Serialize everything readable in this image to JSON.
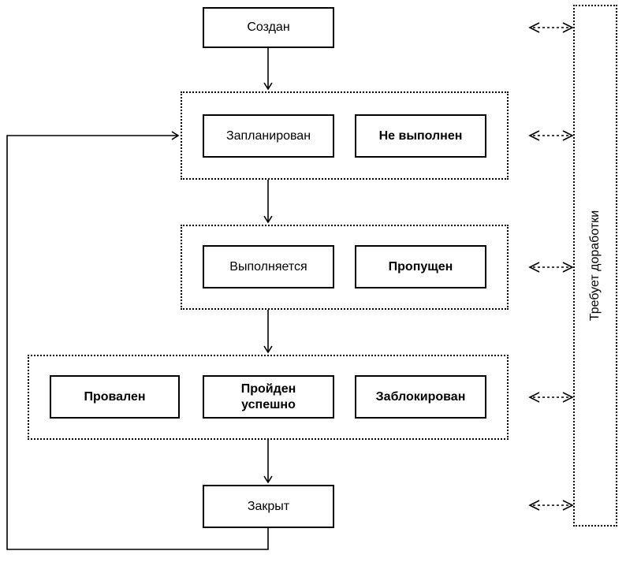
{
  "states": {
    "created": {
      "label": "Создан",
      "emphasis": "normal"
    },
    "planned": {
      "label": "Запланирован",
      "emphasis": "normal"
    },
    "not_executed": {
      "label": "Не выполнен",
      "emphasis": "bold"
    },
    "in_progress": {
      "label": "Выполняется",
      "emphasis": "normal"
    },
    "skipped": {
      "label": "Пропущен",
      "emphasis": "bold"
    },
    "failed": {
      "label": "Провален",
      "emphasis": "bold"
    },
    "passed": {
      "label": "Пройден\nуспешно",
      "emphasis": "bold"
    },
    "blocked": {
      "label": "Заблокирован",
      "emphasis": "bold"
    },
    "closed": {
      "label": "Закрыт",
      "emphasis": "normal"
    }
  },
  "side_column": {
    "label": "Требует доработки"
  },
  "colors": {
    "line": "#000000",
    "background": "#ffffff"
  }
}
